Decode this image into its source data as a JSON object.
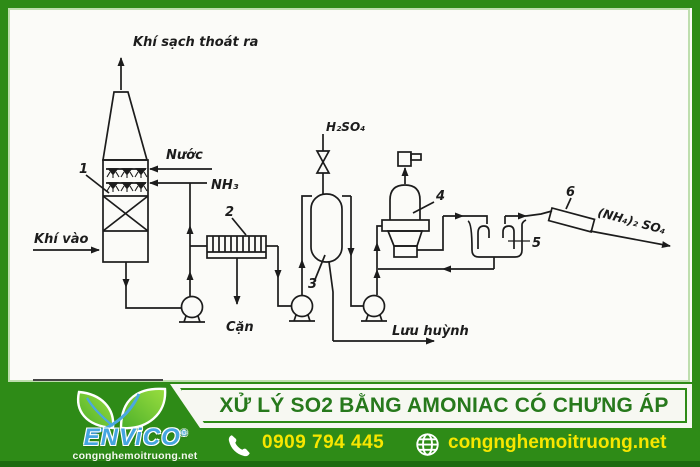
{
  "diagram": {
    "labels": {
      "clean_gas": "Khí sạch thoát ra",
      "water": "Nước",
      "ammonia": "NH₃",
      "gas_in": "Khí vào",
      "residue": "Cặn",
      "sulfuric_acid": "H₂SO₄",
      "sulfur": "Lưu huỳnh",
      "ammonium_sulfate": "(NH₄)₂ SO₄"
    },
    "equipment_numbers": [
      "1",
      "2",
      "3",
      "4",
      "5",
      "6"
    ]
  },
  "banner": {
    "title": "XỬ LÝ SO2 BẰNG AMONIAC CÓ CHƯNG ÁP",
    "phone": "0909 794 445",
    "website": "congnghemoitruong.net",
    "logo": {
      "name": "ENViCO",
      "registered": "®",
      "tagline": "congnghemoitruong.net"
    }
  },
  "colors": {
    "frame_green": "#2e8b17",
    "dark_green": "#1b6b0f",
    "accent_yellow": "#f7e600",
    "title_green": "#27791c",
    "logo_blue": "#45a6e0",
    "ink": "#1c1c1c"
  }
}
